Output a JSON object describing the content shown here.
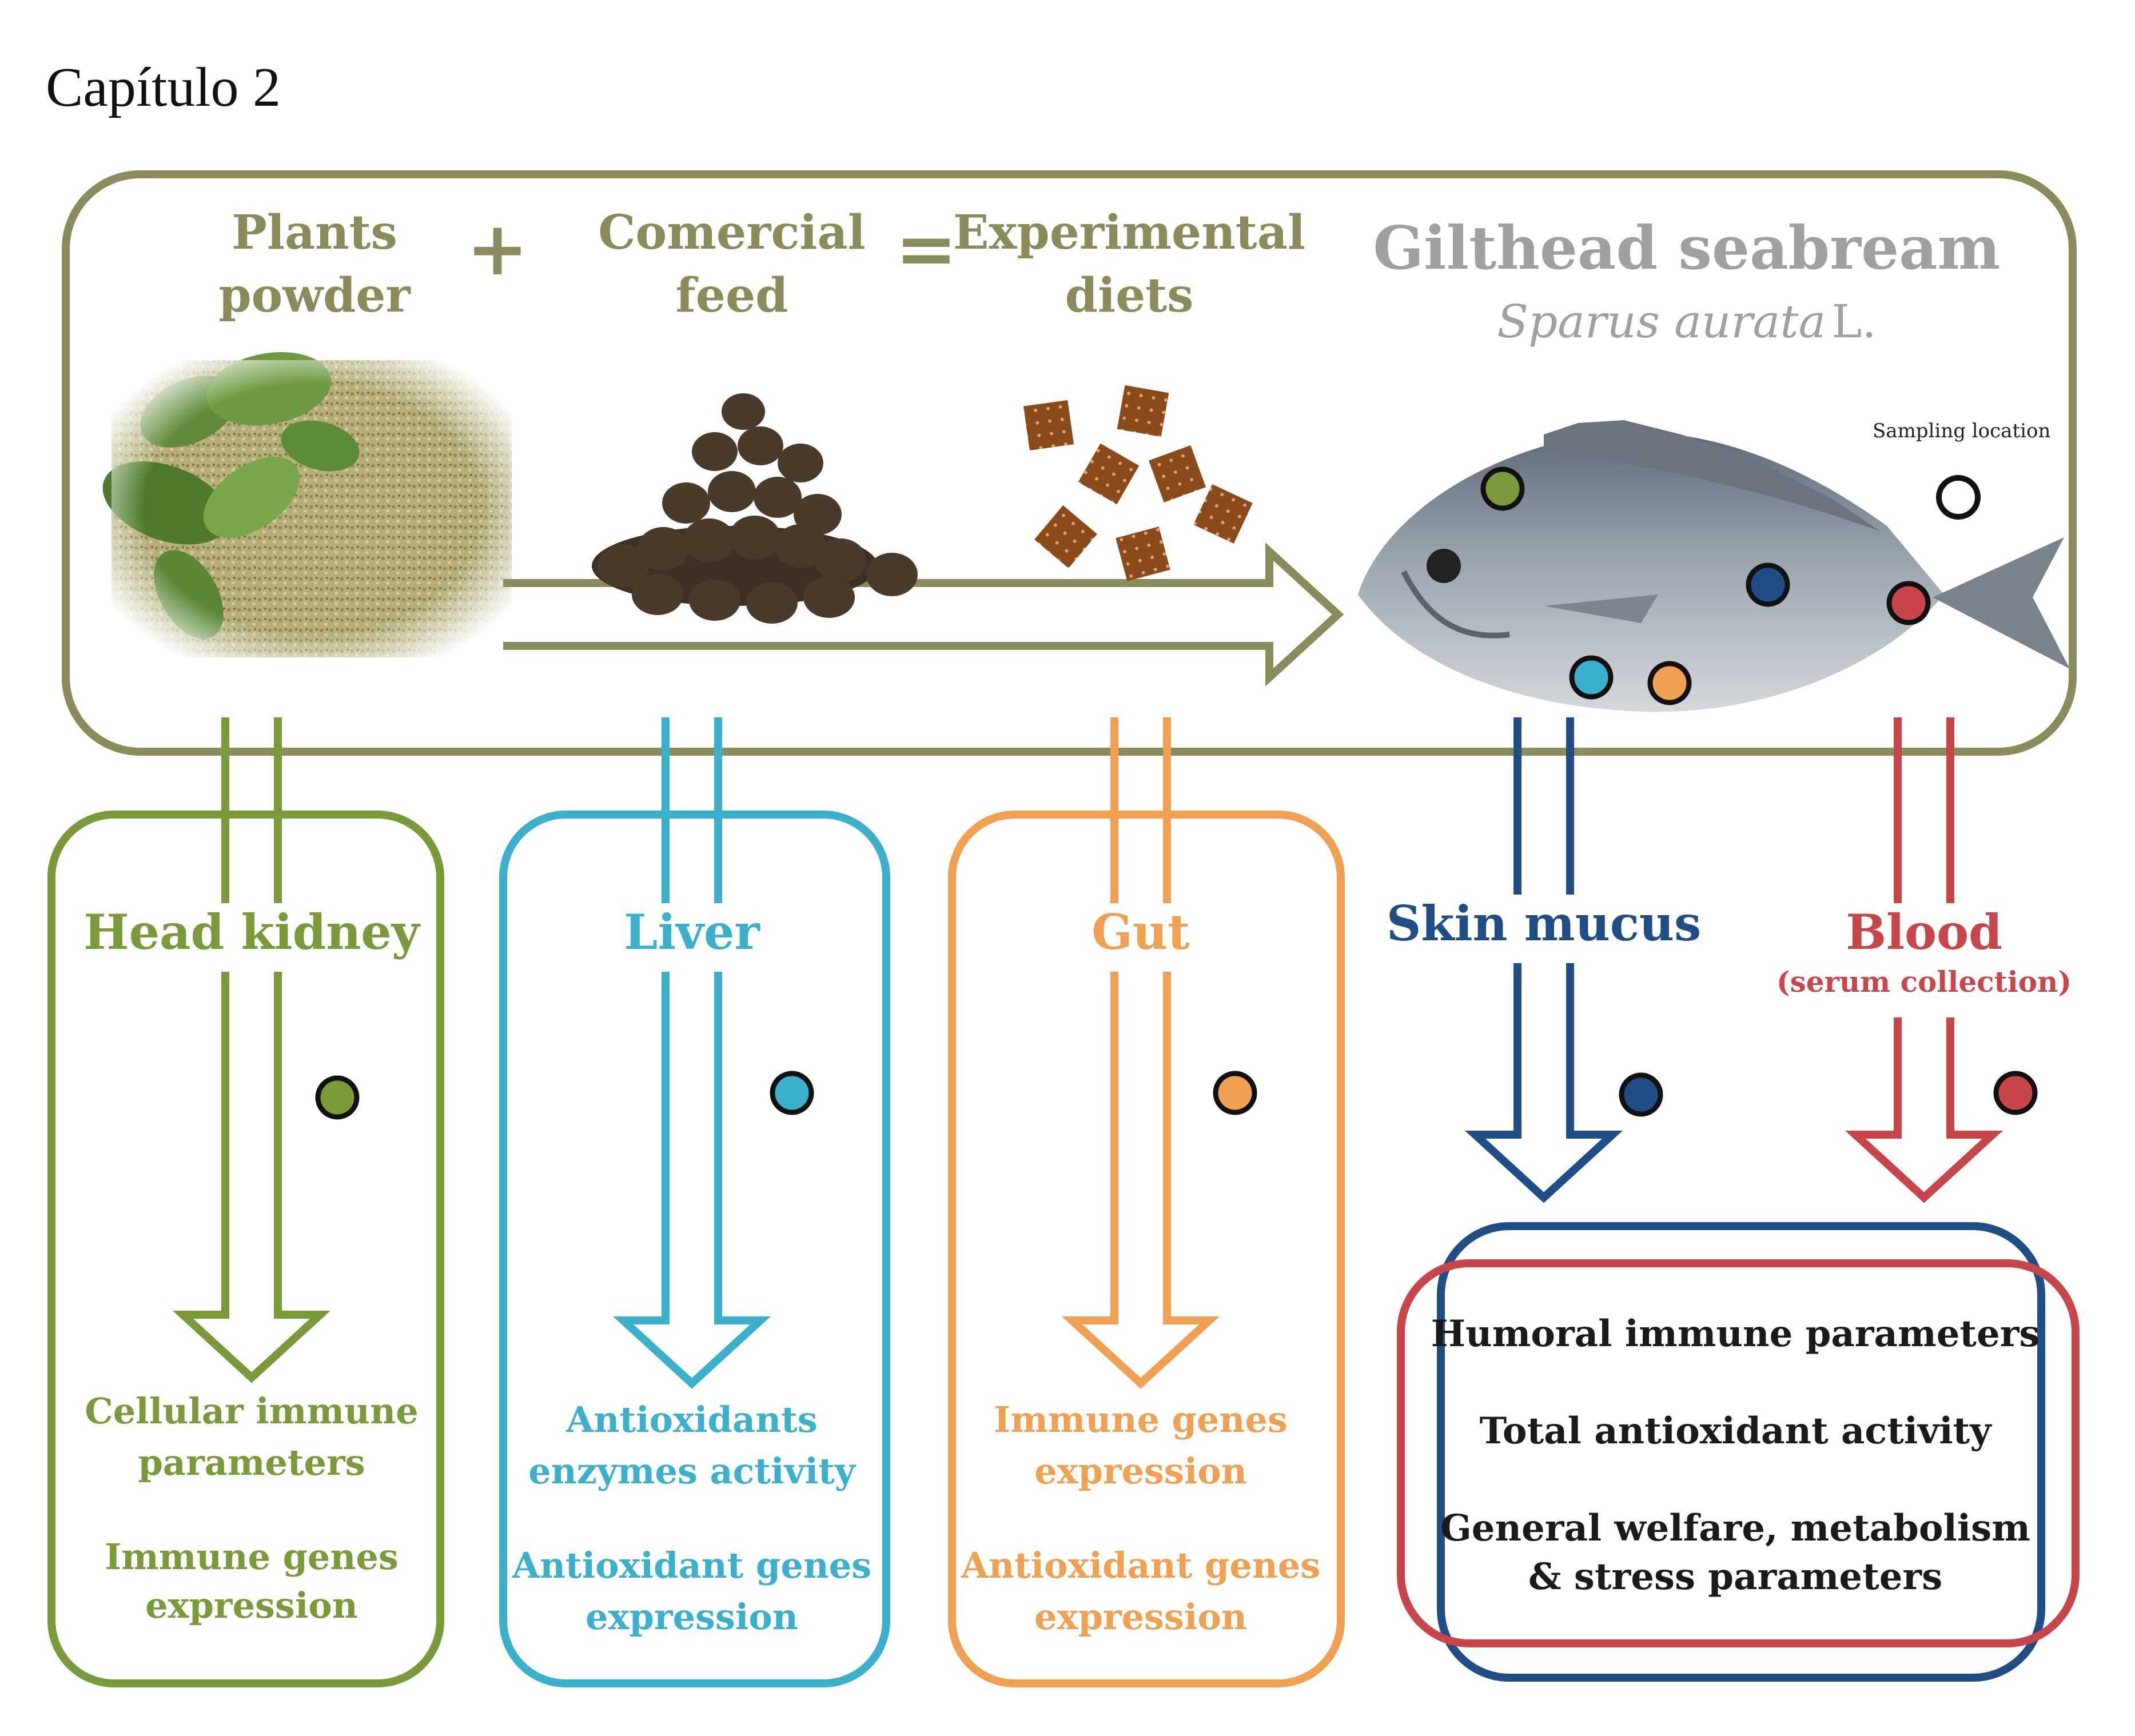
{
  "header": {
    "chapter": "Capítulo 2"
  },
  "colors": {
    "olive": "#8b8a5a",
    "green": "#7a9a3a",
    "cyan": "#3bb0cc",
    "orange": "#f0a050",
    "blue": "#1f4e86",
    "red": "#c8454a",
    "grey": "#9a9a9a",
    "dark": "#1a1a1a"
  },
  "top": {
    "plants_line1": "Plants",
    "plants_line2": "powder",
    "plus": "+",
    "commercial_line1": "Comercial",
    "commercial_line2": "feed",
    "equals": "=",
    "experimental_line1": "Experimental",
    "experimental_line2": "diets",
    "species_title": "Gilthead seabream",
    "species_latin": "Sparus aurata",
    "species_author": "L.",
    "sampling_legend": "Sampling location"
  },
  "tissues": [
    {
      "key": "head_kidney",
      "title": "Head kidney",
      "subtitle": "",
      "color": "green",
      "results": [
        "Cellular immune",
        "parameters",
        "Immune genes",
        "expression"
      ]
    },
    {
      "key": "liver",
      "title": "Liver",
      "subtitle": "",
      "color": "cyan",
      "results": [
        "Antioxidants",
        "enzymes activity",
        "Antioxidant genes",
        "expression"
      ]
    },
    {
      "key": "gut",
      "title": "Gut",
      "subtitle": "",
      "color": "orange",
      "results": [
        "Immune genes",
        "expression",
        "Antioxidant genes",
        "expression"
      ]
    },
    {
      "key": "skin_mucus",
      "title": "Skin mucus",
      "subtitle": "",
      "color": "blue",
      "results": []
    },
    {
      "key": "blood",
      "title": "Blood",
      "subtitle": "(serum collection)",
      "color": "red",
      "results": []
    }
  ],
  "shared_results": {
    "line1": "Humoral immune parameters",
    "line2": "Total antioxidant activity",
    "line3": "General welfare, metabolism",
    "line4": "& stress parameters"
  }
}
